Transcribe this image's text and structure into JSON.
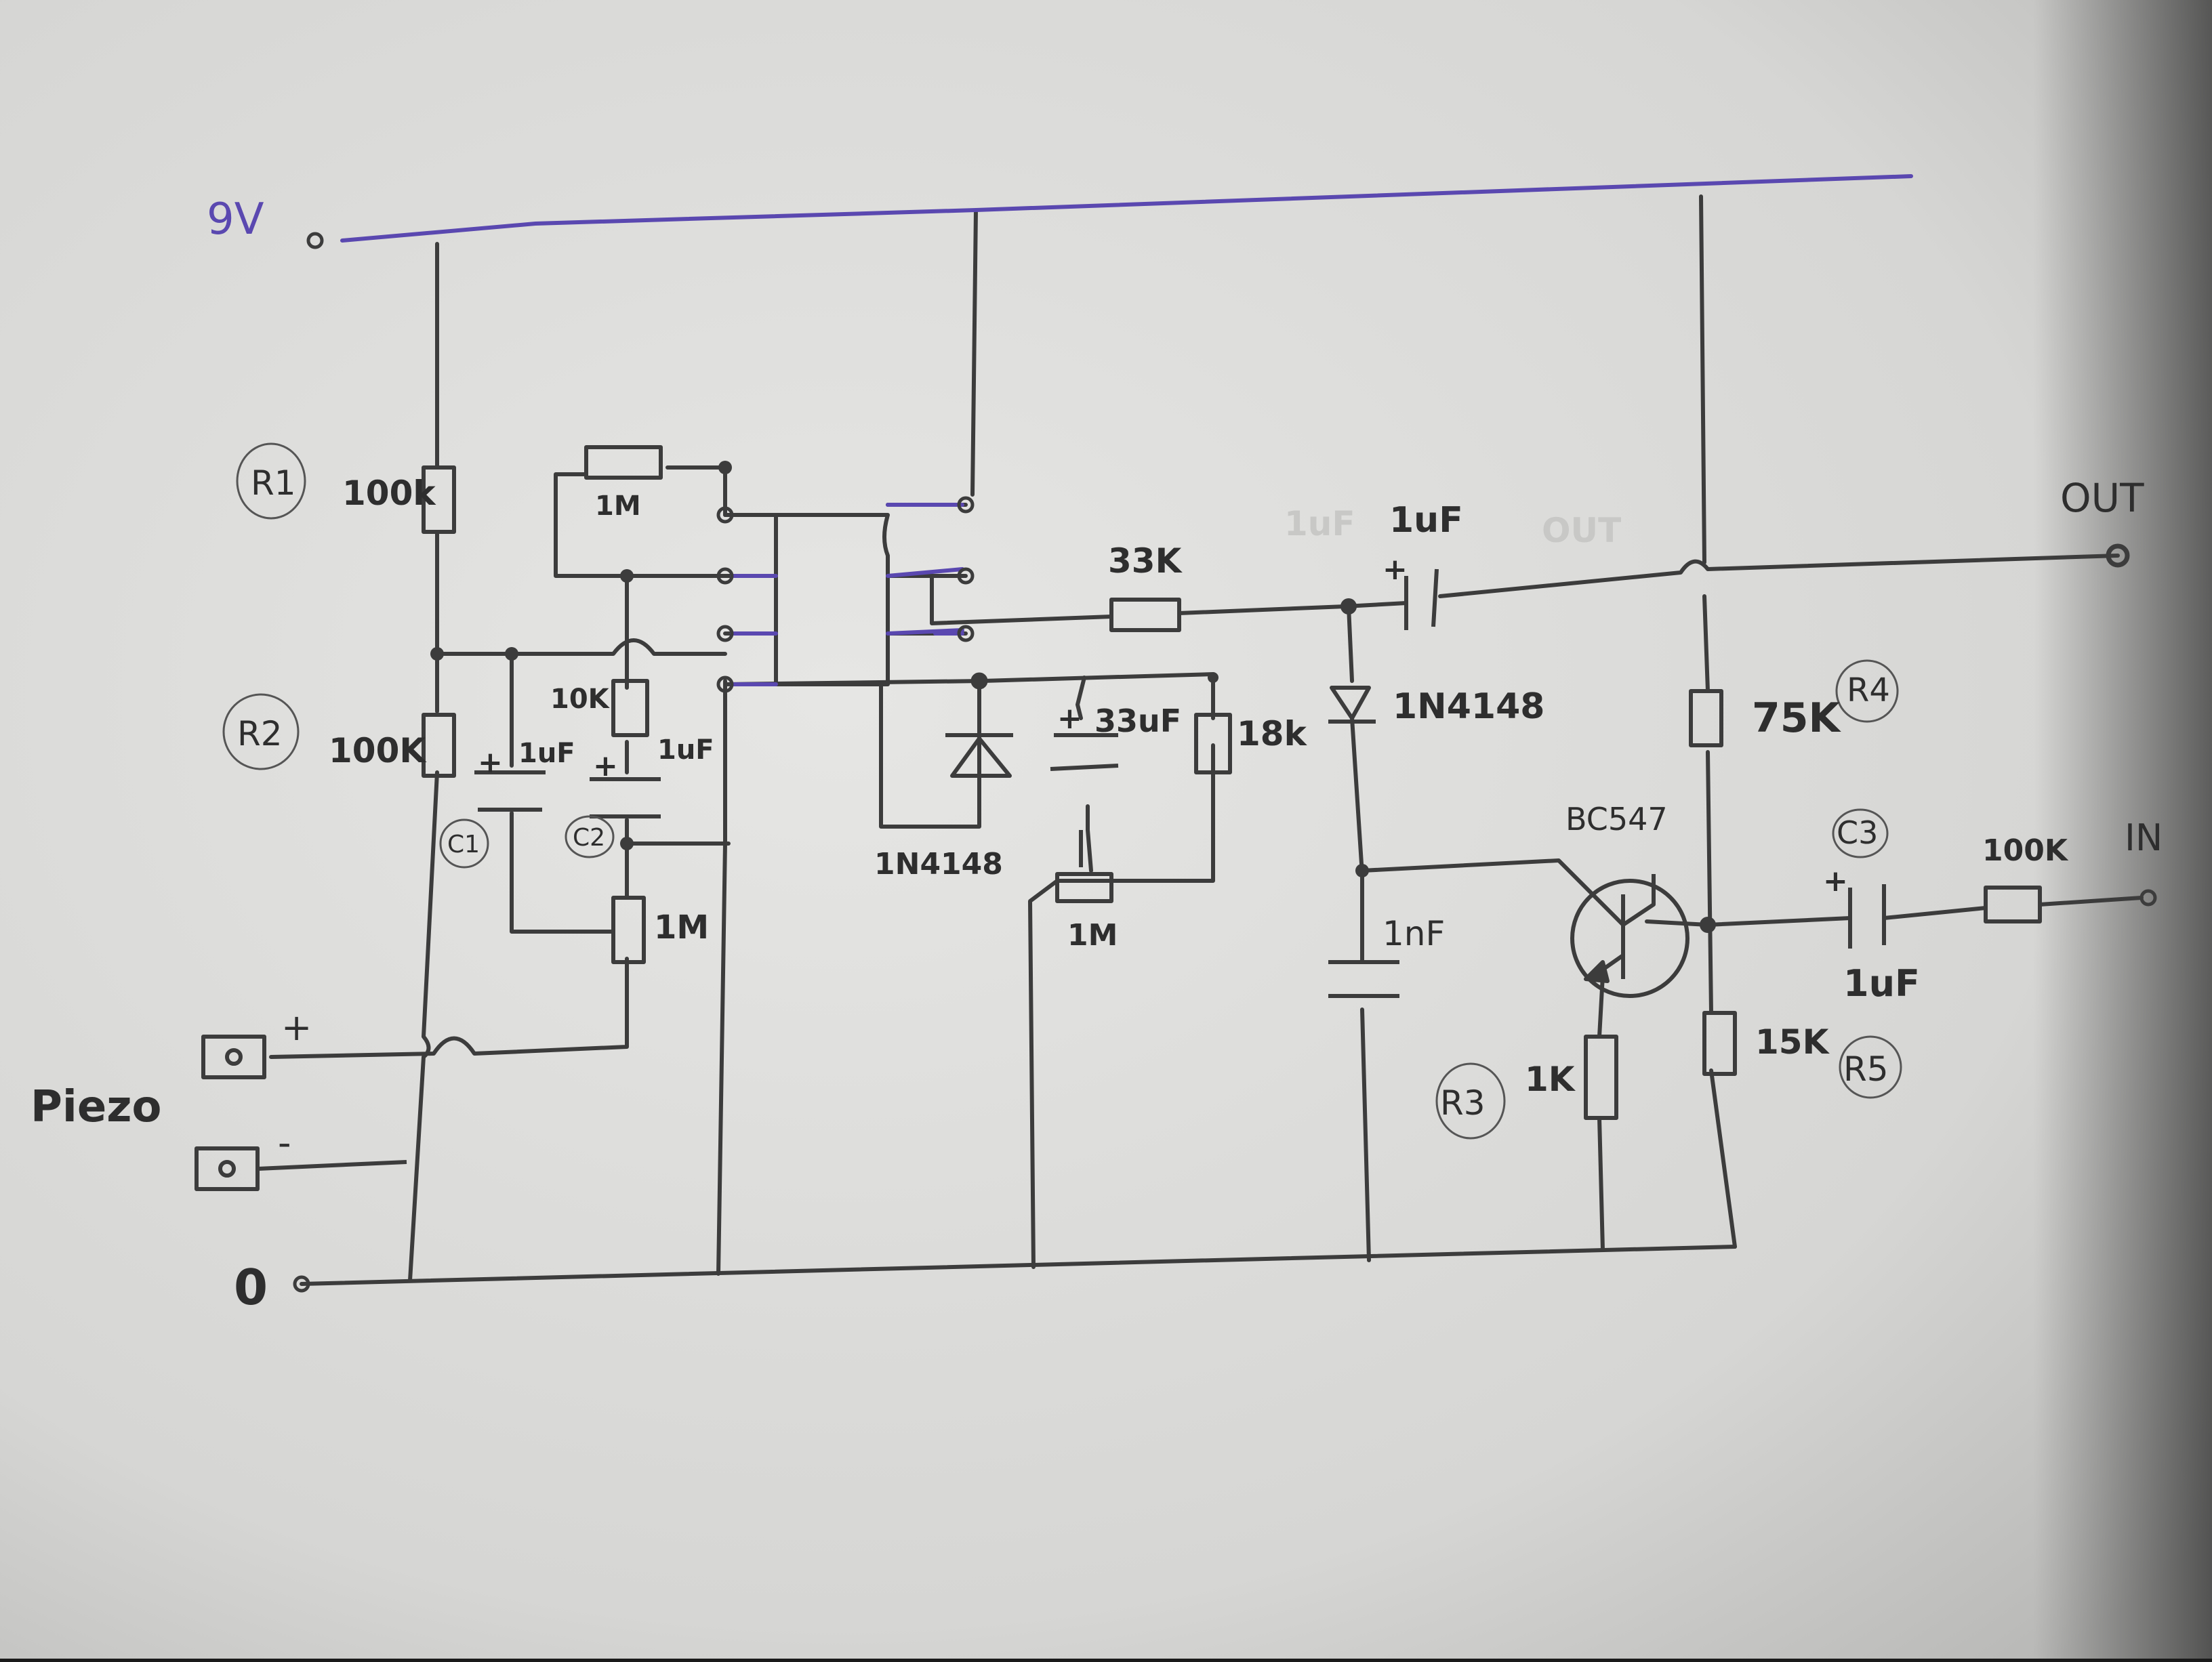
{
  "supply": {
    "v_label": "9V",
    "gnd_label": "0"
  },
  "io": {
    "out_label": "OUT",
    "in_label": "IN",
    "piezo_label": "Piezo"
  },
  "r1": {
    "tag": "R1",
    "value": "100k"
  },
  "r2": {
    "tag": "R2",
    "value": "100K"
  },
  "c1": {
    "tag": "C1",
    "value": "1uF"
  },
  "c2": {
    "tag": "C2",
    "value": "1uF"
  },
  "r_10k": "10K",
  "pot_1m_a": "1M",
  "r_1m_fb": "1M",
  "r_33k": "33K",
  "cap_1uf_out": "1uF",
  "cap_1uf_ghost": "1uF",
  "out_ghost": "OUT",
  "diode_a": "1N4148",
  "diode_b": "1N4148",
  "cap_33uf": "33uF",
  "r_18k": "18k",
  "pot_1m_b": "1M",
  "cap_1nf": "1nF",
  "transistor": "BC547",
  "r3": {
    "tag": "R3",
    "value": "1K"
  },
  "r4": {
    "tag": "R4",
    "value": "75K"
  },
  "r5": {
    "tag": "R5",
    "value": "15K"
  },
  "c3": {
    "tag": "C3",
    "value": "1uF"
  },
  "r_in": "100K",
  "plus_sign": "+",
  "minus_sign": "-",
  "colors": {
    "paper": "#dcdcda",
    "pencil": "#3c3c3c",
    "purple_pen": "#5a48b0"
  }
}
